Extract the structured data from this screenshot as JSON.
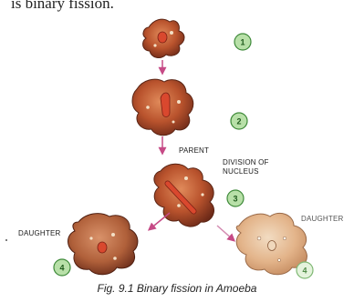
{
  "intro_text": "is binary fission.",
  "caption": "Fig. 9.1 Binary fission in Amoeba",
  "labels": {
    "parent": "PARENT",
    "division_line1": "DIVISION OF",
    "division_line2": "NUCLEUS",
    "daughter_left": "DAUGHTER",
    "daughter_right": "DAUGHTER"
  },
  "steps": [
    "1",
    "2",
    "3",
    "4",
    "4"
  ],
  "colors": {
    "cell_body": "#c0582e",
    "cell_dark": "#7a2e1c",
    "cell_light": "#e8c09a",
    "nucleus": "#d9482e",
    "badge_fill": "#b8e0a8",
    "badge_stroke": "#3f8a3a",
    "arrow": "#c64a86"
  }
}
